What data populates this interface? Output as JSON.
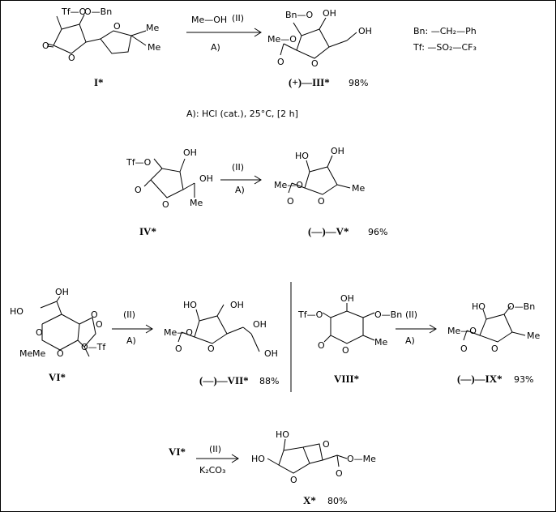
{
  "legend": {
    "bn": "Bn: —CH₂—Ph",
    "tf": "Tf: —SO₂—CF₃"
  },
  "conditions": {
    "A": "A):  HCl (cat.),   25°C,  [2 h]"
  },
  "reactions": [
    {
      "id": "r1",
      "reagent_above": "Me—OH",
      "reagent_tag": "(II)",
      "below": "A)",
      "reactant_label": "I*",
      "product_label": "(+)—III*",
      "yield": "98%",
      "reactant_groups": [
        "Tf—O",
        "O—Bn",
        "O",
        "O",
        "O",
        "Me",
        "Me"
      ],
      "product_groups": [
        "Bn—O",
        "OH",
        "OH",
        "Me—O",
        "O",
        "O"
      ]
    },
    {
      "id": "r2",
      "reagent_tag": "(II)",
      "below": "A)",
      "reactant_label": "IV*",
      "product_label": "(—)—V*",
      "yield": "96%",
      "reactant_groups": [
        "Tf—O",
        "OH",
        "OH",
        "O",
        "O",
        "Me"
      ],
      "product_groups": [
        "HO",
        "OH",
        "Me—O",
        "O",
        "O",
        "Me"
      ]
    },
    {
      "id": "r3",
      "reagent_tag": "(II)",
      "below": "A)",
      "reactant_label": "VI*",
      "product_label": "(—)—VII*",
      "yield": "88%",
      "reactant_groups": [
        "HO",
        "OH",
        "O",
        "O",
        "O",
        "O",
        "Me",
        "Me",
        "O—Tf"
      ],
      "product_groups": [
        "HO",
        "OH",
        "Me—O",
        "O",
        "O",
        "OH",
        "OH"
      ]
    },
    {
      "id": "r4",
      "reagent_tag": "(II)",
      "below": "A)",
      "reactant_label": "VIII*",
      "product_label": "(—)—IX*",
      "yield": "93%",
      "reactant_groups": [
        "Tf—O",
        "OH",
        "O—Bn",
        "O",
        "O",
        "Me"
      ],
      "product_groups": [
        "HO",
        "O—Bn",
        "Me—O",
        "O",
        "O",
        "Me"
      ]
    },
    {
      "id": "r5",
      "reactant_text": "VI*",
      "reagent_tag": "(II)",
      "below": "K₂CO₃",
      "product_label": "X*",
      "yield": "80%",
      "product_groups": [
        "HO",
        "O",
        "HO",
        "O",
        "O",
        "O—Me"
      ]
    }
  ]
}
